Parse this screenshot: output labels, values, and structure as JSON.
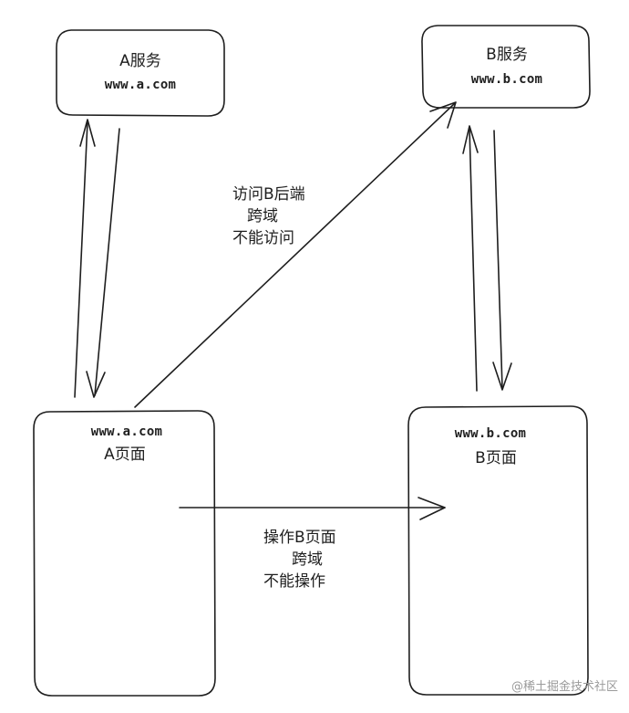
{
  "nodes": {
    "a_service": {
      "title": "A服务",
      "domain": "www.a.com"
    },
    "b_service": {
      "title": "B服务",
      "domain": "www.b.com"
    },
    "a_page": {
      "title": "A页面",
      "domain": "www.a.com"
    },
    "b_page": {
      "title": "B页面",
      "domain": "www.b.com"
    }
  },
  "edges": {
    "a_page_to_b_service": {
      "lines": [
        "访问B后端",
        "跨域",
        "不能访问"
      ]
    },
    "a_page_to_b_page": {
      "lines": [
        "操作B页面",
        "跨域",
        "不能操作"
      ]
    }
  },
  "watermark": "@稀土掘金技术社区"
}
